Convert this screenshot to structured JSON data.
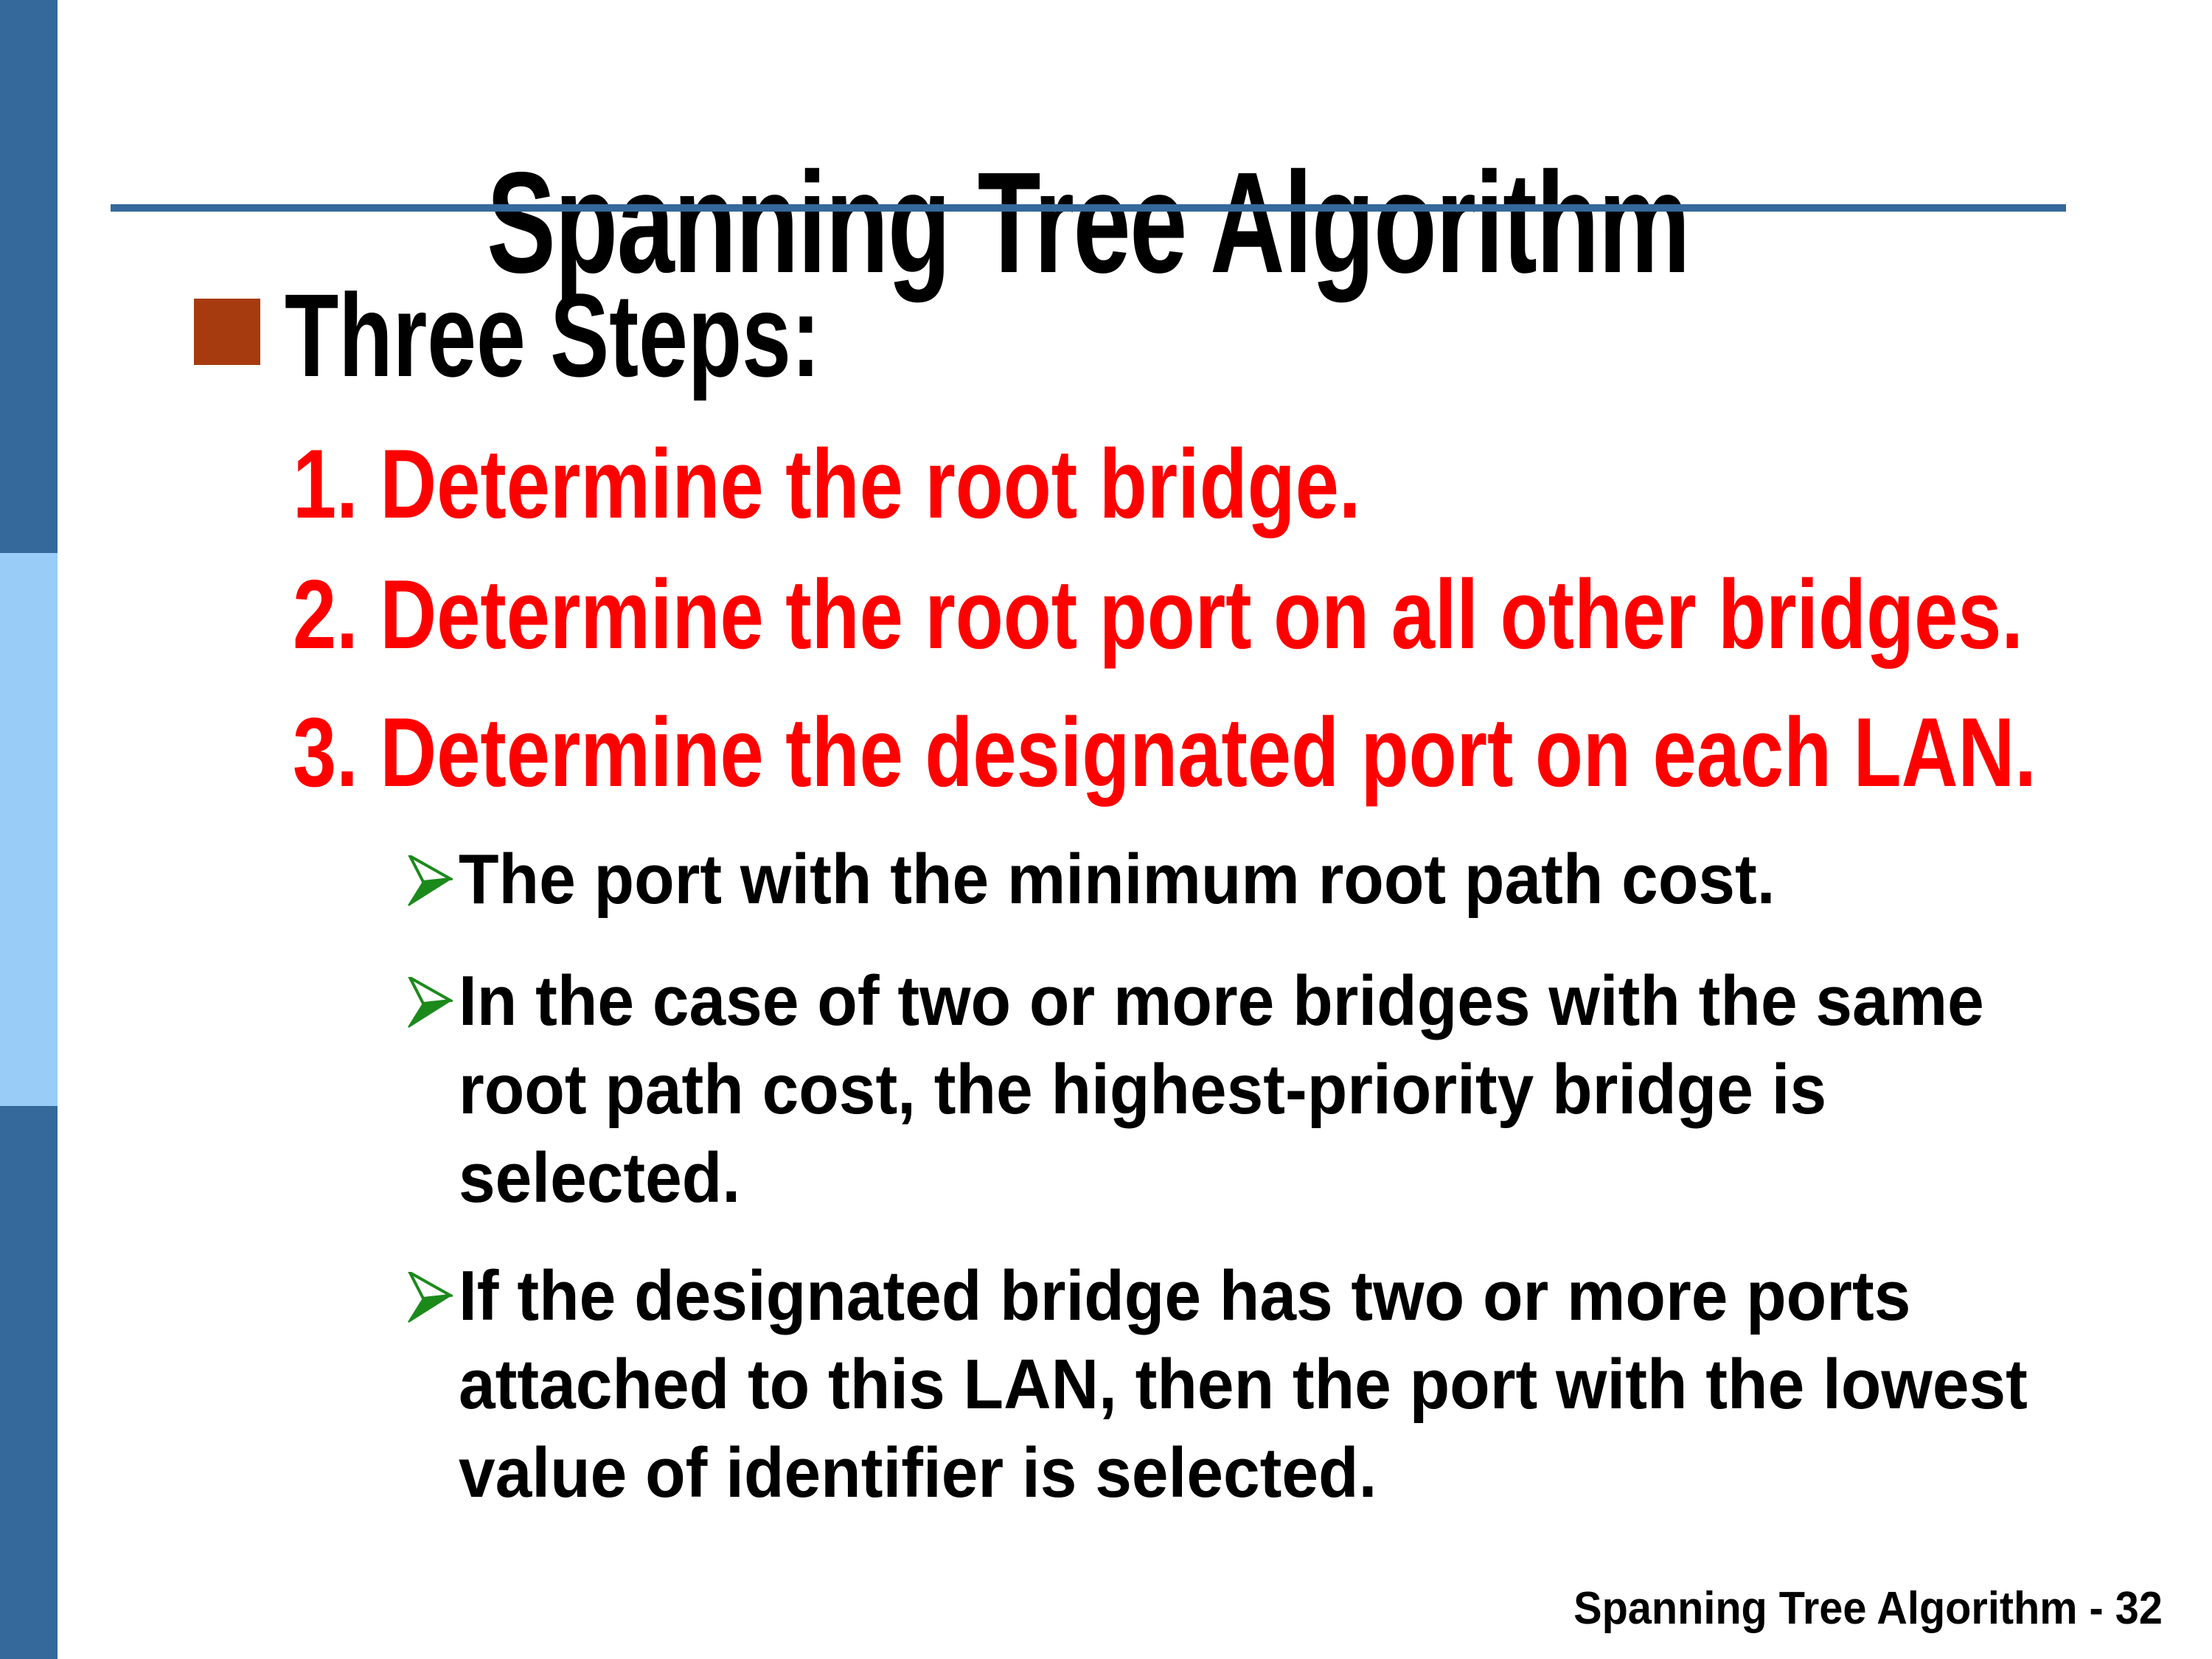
{
  "slide": {
    "title": "Spanning Tree Algorithm",
    "heading": "Three Steps:",
    "steps": [
      "1. Determine the root bridge.",
      "2. Determine the root port on all other bridges.",
      "3. Determine the designated port on each LAN."
    ],
    "sub_bullets": [
      {
        "lines": [
          "The port with the minimum root path cost."
        ]
      },
      {
        "lines": [
          "In the case of two or more bridges with the same",
          "root path cost, the highest-priority bridge is",
          "selected."
        ]
      },
      {
        "lines": [
          "If the designated bridge has two or more ports",
          "attached to this LAN, then the port with the lowest",
          "value of identifier is selected."
        ]
      }
    ],
    "footer": "Spanning Tree Algorithm - 32",
    "icons": {
      "step_heading_bullet": "square-bullet",
      "sub_bullet": "arrowhead-icon"
    },
    "colors": {
      "background": "#FFFFFF",
      "sidebar_dark_blue": "#35689B",
      "sidebar_light_blue": "#9ACCF8",
      "title_rule_blue": "#35689B",
      "title_text": "#000000",
      "step_red": "#FF0000",
      "heading_bullet_brown": "#A63B10",
      "arrow_green": "#1B8A1B",
      "body_text_black": "#000000"
    }
  }
}
